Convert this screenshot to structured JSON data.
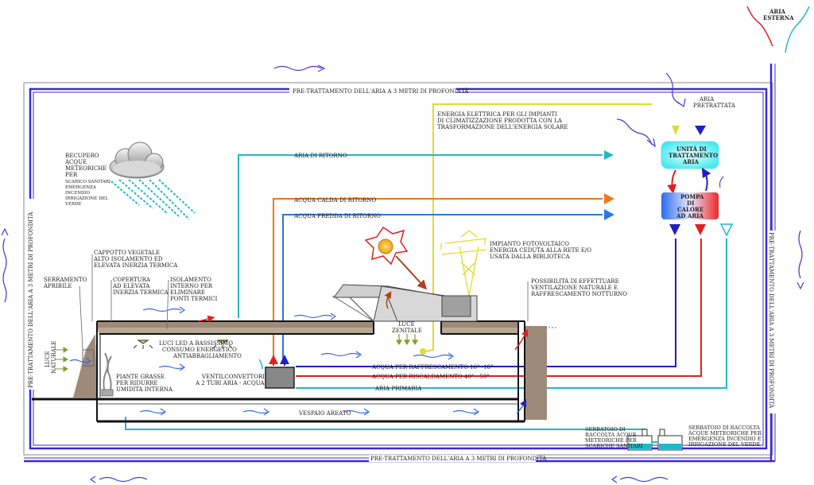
{
  "labels": {
    "aria_esterna": [
      "ARIA",
      "ESTERNA"
    ],
    "pretrattamento_top": "PRE-TRATTAMENTO DELL'ARIA A 3 METRI DI PROFONDITÀ",
    "pretrattamento_bottom": "PRE-TRATTAMENTO DELL'ARIA A 3 METRI DI PROFONDITÀ",
    "pretrattamento_left": "PRE-TRATTAMENTO DELL'ARIA A 3 METRI DI PROFONDITÀ",
    "pretrattamento_right": "PRE-TRATTAMENTO DELL'ARIA A 3 METRI DI PROFONDITÀ",
    "aria_pretrattata": [
      "ARIA",
      "PRETRATTATA"
    ],
    "energia_elettrica": [
      "ENERGIA ELETTRICA PER GLI IMPIANTI",
      "DI CLIMATIZZAZIONE PRODOTTA CON LA",
      "TRASFORMAZIONE DELL'ENERGIA SOLARE"
    ],
    "unita_trattamento": [
      "UNITÀ DI",
      "TRATTAMENTO",
      "ARIA"
    ],
    "pompa_calore": [
      "POMPA",
      "DI",
      "CALORE",
      "AD ARIA"
    ],
    "recupero_acque": [
      "RECUPERO",
      "ACQUE",
      "METEORICHE",
      "PER"
    ],
    "recupero_acque_small": [
      "SCARICO SANITARI",
      "EMERGENZA",
      "INCENDIO",
      "IRRIGAZIONE DEL",
      "VERDE"
    ],
    "aria_ritorno": "ARIA DI RITORNO",
    "acqua_calda_ritorno": "ACQUA CALDA DI RITORNO",
    "acqua_fredda_ritorno": "ACQUA FREDDA DI RITORNO",
    "fotovoltaico": [
      "IMPIANTO FOTOVOLTAICO",
      "ENERGIA CEDUTA ALLA RETE E/O",
      "USATA DALLA BIBLIOTECA"
    ],
    "cappotto": [
      "CAPPOTTO VEGETALE",
      "ALTO ISOLAMENTO ED",
      "ELEVATA INERZIA TERMICA"
    ],
    "serramento": [
      "SERRAMENTO",
      "APRIBILE"
    ],
    "copertura": [
      "COPERTURA",
      "AD ELEVATA",
      "INERZIA TERMICA"
    ],
    "isolamento": [
      "ISOLAMENTO",
      "INTERNO PER",
      "ELIMINARE",
      "PONTI TERMICI"
    ],
    "ventilazione": [
      "POSSIBILITÀ DI EFFETTUARE",
      "VENTILAZIONE NATURALE E",
      "RAFFRESCAMENTO NOTTURNO"
    ],
    "luce_zenitale": [
      "LUCE",
      "ZENITALE"
    ],
    "luci_led": [
      "LUCI LED A BASSISSIMO",
      "CONSUMO ENERGETICO",
      "ANTIABBAGLIAMENTO"
    ],
    "luce_naturale": [
      "LUCE",
      "NATURALE"
    ],
    "piante_grasse": [
      "PIANTE GRASSE",
      "PER RIDURRE",
      "UMIDITÀ INTERNA"
    ],
    "ventilconvettori": [
      "VENTILCONVETTORI",
      "A 2 TUBI ARIA - ACQUA"
    ],
    "acqua_raffrescamento": "ACQUA PER RAFFRESCAMENTO  16° -18°",
    "acqua_riscaldamento": "ACQUA PER RISCALDAMENTO 40° - 50°",
    "aria_primaria": "ARIA PRIMARIA",
    "vespaio": "VESPAIO AREATO",
    "serbatoio_1": [
      "SERBATOIO DI",
      "RACCOLTA ACQUE",
      "METEORICHE PER",
      "SCARICHE SANITARI"
    ],
    "serbatoio_2": [
      "SERBATOIO DI RACCOLTA",
      "ACQUE METEORICHE PER",
      "EMERGENZA INCENDIO E",
      "IRRIGAZIONE DEL VERDE"
    ]
  },
  "colors": {
    "border_blue": "#3a2bd0",
    "cyan": "#22b8c8",
    "orange": "#f07820",
    "light_blue": "#2a78e0",
    "yellow": "#e0dc30",
    "red": "#e02020",
    "dark_blue": "#2020c0",
    "ground": "#9e8a78",
    "wall": "#111111"
  }
}
